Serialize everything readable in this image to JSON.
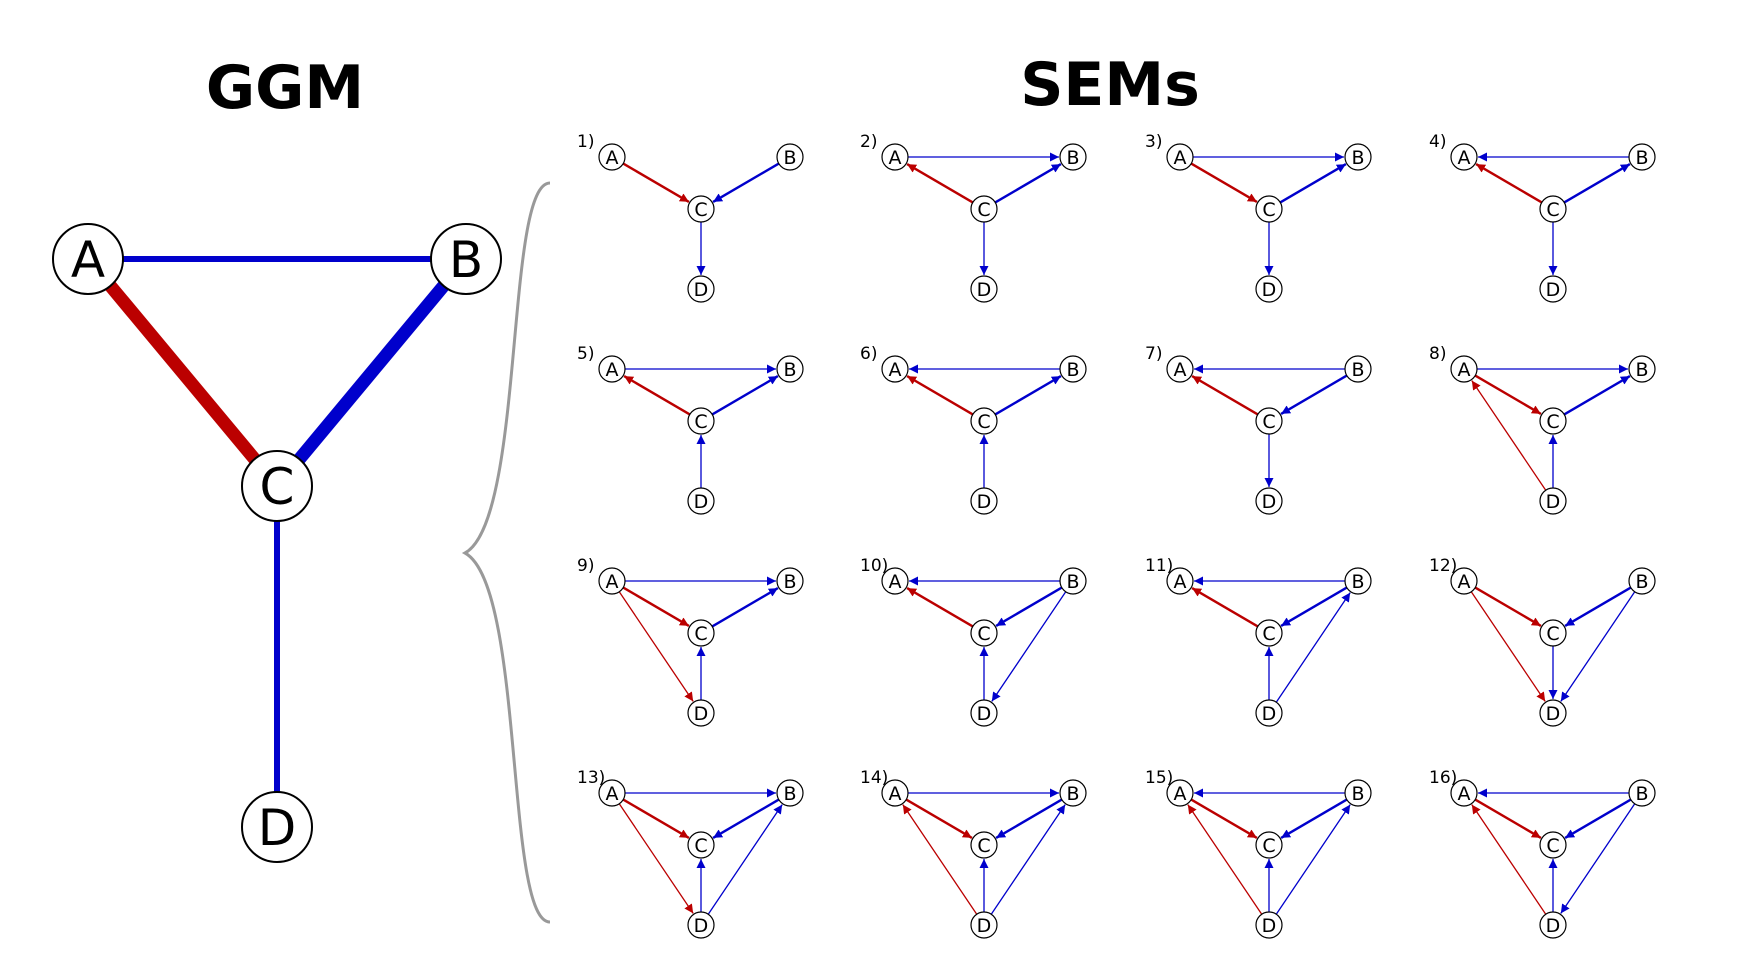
{
  "titles": {
    "ggm": "GGM",
    "sems": "SEMs"
  },
  "colors": {
    "positive": "#0000cc",
    "negative": "#bb0000",
    "brace": "#999999"
  },
  "nodes": [
    "A",
    "B",
    "C",
    "D"
  ],
  "ggm": {
    "edges": [
      {
        "from": "A",
        "to": "B",
        "sign": "positive",
        "strength": "weak"
      },
      {
        "from": "A",
        "to": "C",
        "sign": "negative",
        "strength": "strong"
      },
      {
        "from": "B",
        "to": "C",
        "sign": "positive",
        "strength": "strong"
      },
      {
        "from": "C",
        "to": "D",
        "sign": "positive",
        "strength": "weak"
      }
    ]
  },
  "sems": [
    {
      "label": "1)",
      "edges": [
        [
          "A",
          "C",
          "negative"
        ],
        [
          "B",
          "C",
          "positive"
        ],
        [
          "C",
          "D",
          "positive"
        ]
      ]
    },
    {
      "label": "2)",
      "edges": [
        [
          "C",
          "A",
          "negative"
        ],
        [
          "A",
          "B",
          "positive"
        ],
        [
          "C",
          "B",
          "positive"
        ],
        [
          "C",
          "D",
          "positive"
        ]
      ]
    },
    {
      "label": "3)",
      "edges": [
        [
          "A",
          "C",
          "negative"
        ],
        [
          "A",
          "B",
          "positive"
        ],
        [
          "C",
          "B",
          "positive"
        ],
        [
          "C",
          "D",
          "positive"
        ]
      ]
    },
    {
      "label": "4)",
      "edges": [
        [
          "C",
          "A",
          "negative"
        ],
        [
          "B",
          "A",
          "positive"
        ],
        [
          "C",
          "B",
          "positive"
        ],
        [
          "C",
          "D",
          "positive"
        ]
      ]
    },
    {
      "label": "5)",
      "edges": [
        [
          "C",
          "A",
          "negative"
        ],
        [
          "A",
          "B",
          "positive"
        ],
        [
          "C",
          "B",
          "positive"
        ],
        [
          "D",
          "C",
          "positive"
        ]
      ]
    },
    {
      "label": "6)",
      "edges": [
        [
          "C",
          "A",
          "negative"
        ],
        [
          "B",
          "A",
          "positive"
        ],
        [
          "C",
          "B",
          "positive"
        ],
        [
          "D",
          "C",
          "positive"
        ]
      ]
    },
    {
      "label": "7)",
      "edges": [
        [
          "C",
          "A",
          "negative"
        ],
        [
          "B",
          "A",
          "positive"
        ],
        [
          "B",
          "C",
          "positive"
        ],
        [
          "C",
          "D",
          "positive"
        ]
      ]
    },
    {
      "label": "8)",
      "edges": [
        [
          "A",
          "C",
          "negative"
        ],
        [
          "A",
          "B",
          "positive"
        ],
        [
          "C",
          "B",
          "positive"
        ],
        [
          "D",
          "C",
          "positive"
        ],
        [
          "D",
          "A",
          "negative"
        ]
      ]
    },
    {
      "label": "9)",
      "edges": [
        [
          "A",
          "C",
          "negative"
        ],
        [
          "A",
          "B",
          "positive"
        ],
        [
          "C",
          "B",
          "positive"
        ],
        [
          "D",
          "C",
          "positive"
        ],
        [
          "A",
          "D",
          "negative"
        ]
      ]
    },
    {
      "label": "10)",
      "edges": [
        [
          "C",
          "A",
          "negative"
        ],
        [
          "B",
          "A",
          "positive"
        ],
        [
          "B",
          "C",
          "positive"
        ],
        [
          "D",
          "C",
          "positive"
        ],
        [
          "B",
          "D",
          "positive"
        ]
      ]
    },
    {
      "label": "11)",
      "edges": [
        [
          "C",
          "A",
          "negative"
        ],
        [
          "B",
          "A",
          "positive"
        ],
        [
          "B",
          "C",
          "positive"
        ],
        [
          "D",
          "C",
          "positive"
        ],
        [
          "D",
          "B",
          "positive"
        ]
      ]
    },
    {
      "label": "12)",
      "edges": [
        [
          "A",
          "C",
          "negative"
        ],
        [
          "B",
          "C",
          "positive"
        ],
        [
          "C",
          "D",
          "positive"
        ],
        [
          "A",
          "D",
          "negative"
        ],
        [
          "B",
          "D",
          "positive"
        ]
      ]
    },
    {
      "label": "13)",
      "edges": [
        [
          "A",
          "C",
          "negative"
        ],
        [
          "A",
          "B",
          "positive"
        ],
        [
          "B",
          "C",
          "positive"
        ],
        [
          "D",
          "C",
          "positive"
        ],
        [
          "A",
          "D",
          "negative"
        ],
        [
          "D",
          "B",
          "positive"
        ]
      ]
    },
    {
      "label": "14)",
      "edges": [
        [
          "A",
          "C",
          "negative"
        ],
        [
          "A",
          "B",
          "positive"
        ],
        [
          "B",
          "C",
          "positive"
        ],
        [
          "D",
          "C",
          "positive"
        ],
        [
          "D",
          "A",
          "negative"
        ],
        [
          "D",
          "B",
          "positive"
        ]
      ]
    },
    {
      "label": "15)",
      "edges": [
        [
          "A",
          "C",
          "negative"
        ],
        [
          "B",
          "A",
          "positive"
        ],
        [
          "B",
          "C",
          "positive"
        ],
        [
          "D",
          "C",
          "positive"
        ],
        [
          "D",
          "A",
          "negative"
        ],
        [
          "D",
          "B",
          "positive"
        ]
      ]
    },
    {
      "label": "16)",
      "edges": [
        [
          "A",
          "C",
          "negative"
        ],
        [
          "B",
          "A",
          "positive"
        ],
        [
          "B",
          "C",
          "positive"
        ],
        [
          "D",
          "C",
          "positive"
        ],
        [
          "D",
          "A",
          "negative"
        ],
        [
          "B",
          "D",
          "positive"
        ]
      ]
    }
  ]
}
